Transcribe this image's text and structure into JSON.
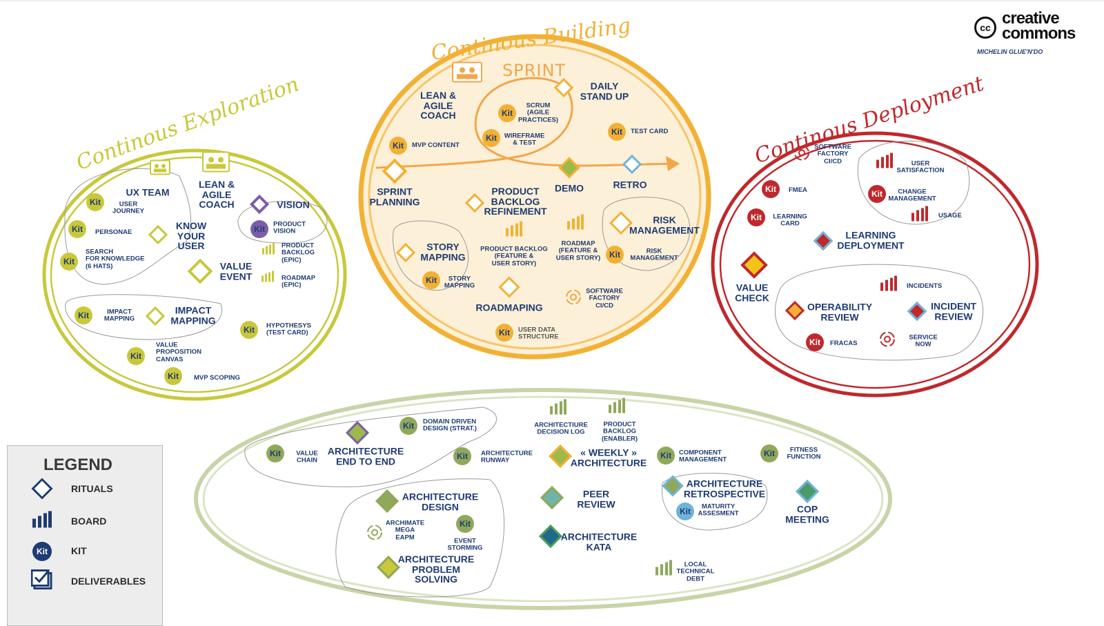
{
  "titles": {
    "exploration": "Continous Exploration",
    "building": "Continous Building",
    "deployment": "Continous Deployment"
  },
  "sprint_label": "SPRINT",
  "colors": {
    "exploration": "#c8c83a",
    "building": "#f2b134",
    "deployment": "#c0282c",
    "architecture": "#b9c99a",
    "navy": "#1f3b73"
  },
  "exploration": {
    "ux_team": "UX TEAM",
    "lean_agile_coach": "LEAN &\nAGILE\nCOACH",
    "vision": "VISION",
    "know_your_user": "KNOW\nYOUR\nUSER",
    "value_event": "VALUE\nEVENT",
    "impact_mapping": "IMPACT\nMAPPING",
    "kit_user_journey": "USER\nJOURNEY",
    "kit_personae": "PERSONAE",
    "kit_search": "SEARCH\nFOR KNOWLEDGE\n(6 HATS)",
    "kit_product_vision": "PRODUCT\nVISION",
    "board_product_backlog": "PRODUCT\nBACKLOG\n(EPIC)",
    "board_roadmap": "ROADMAP\n(EPIC)",
    "kit_impact_mapping": "IMPACT\nMAPPING",
    "kit_hypothesys": "HYPOTHESYS\n(TEST CARD)",
    "kit_value_proposition": "VALUE\nPROPOSITION\nCANVAS",
    "kit_mvp_scoping": "MVP SCOPING"
  },
  "building": {
    "lean_agile_coach": "LEAN &\nAGILE\nCOACH",
    "daily_stand_up": "DAILY\nSTAND UP",
    "kit_scrum": "SCRUM\n(AGILE\nPRACTICES)",
    "kit_wireframe": "WIREFRAME\n& TEST",
    "kit_mvp_content": "MVP CONTENT",
    "kit_test_card": "TEST CARD",
    "sprint_planning": "SPRINT\nPLANNING",
    "demo": "DEMO",
    "retro": "RETRO",
    "product_backlog_refinement": "PRODUCT\nBACKLOG\nREFINEMENT",
    "risk_management": "RISK\nMANAGEMENT",
    "story_mapping": "STORY\nMAPPING",
    "kit_story_mapping": "STORY\nMAPPING",
    "board_product_backlog": "PRODUCT BACKLOG\n(FEATURE &\nUSER STORY)",
    "board_roadmap": "ROADMAP\n(FEATURE &\nUSER STORY)",
    "kit_risk_management": "RISK\nMANAGEMENT",
    "roadmaping": "ROADMAPING",
    "software_factory": "SOFTWARE\nFACTORY\nCI/CD",
    "kit_user_data_structure": "USER DATA\nSTRUCTURE"
  },
  "deployment": {
    "software_factory": "SOFTWARE\nFACTORY\nCI/CD",
    "board_user_satisfaction": "USER\nSATISFACTION",
    "kit_fmea": "FMEA",
    "kit_change_management": "CHANGE\nMANAGEMENT",
    "board_usage": "USAGE",
    "kit_learning_card": "LEARNING\nCARD",
    "learning_deployment": "LEARNING\nDEPLOYMENT",
    "value_check": "VALUE\nCHECK",
    "board_incidents": "INCIDENTS",
    "operability_review": "OPERABILITY\nREVIEW",
    "incident_review": "INCIDENT\nREVIEW",
    "kit_fracas": "FRACAS",
    "service_now": "SERVICE\nNOW"
  },
  "architecture": {
    "kit_value_chain": "VALUE\nCHAIN",
    "architecture_end_to_end": "ARCHITECTURE\nEND TO END",
    "kit_domain_driven": "DOMAIN DRIVEN\nDESIGN (STRAT.)",
    "kit_architecture_runway": "ARCHITECTURE\nRUNWAY",
    "board_decision_log": "ARCHITECTIURE\nDECISION LOG",
    "board_product_backlog": "PRODUCT\nBACKLOG\n(ENABLER)",
    "weekly_architecture": "« WEEKLY »\nARCHITECTURE",
    "kit_component_management": "COMPONENT\nMANAGEMENT",
    "kit_fitness_function": "FITNESS\nFUNCTION",
    "architecture_design": "ARCHITECTURE\nDESIGN",
    "archimate": "ARCHIMATE\nMEGA\neAPM",
    "kit_event_storming": "EVENT\nSTORMING",
    "architecture_problem_solving": "ARCHITECTURE\nPROBLEM\nSOLVING",
    "peer_review": "PEER\nREVIEW",
    "architecture_kata": "ARCHITECTURE\nKATA",
    "architecture_retrospective": "ARCHITECTURE\nRETROSPECTIVE",
    "kit_maturity_assessment": "MATURITY\nASSESMENT",
    "cop_meeting": "CoP\nMEETING",
    "board_local_technical_debt": "LOCAL\nTECHNICAL\nDEBT"
  },
  "kit_text": "Kit",
  "legend": {
    "title": "LEGEND",
    "rituals": "RITUALS",
    "board": "BOARD",
    "kit": "KIT",
    "deliverables": "DELIVERABLES"
  },
  "logo": {
    "cc_mark": "cc",
    "creative_commons": "creative\ncommons",
    "partners": "MICHELIN   GLUE'N'DO"
  },
  "icons": [
    "team-icon",
    "board-icon",
    "kit-icon",
    "ritual-diamond-icon",
    "cycle-gear-icon",
    "deliverable-checkbox-icon"
  ]
}
